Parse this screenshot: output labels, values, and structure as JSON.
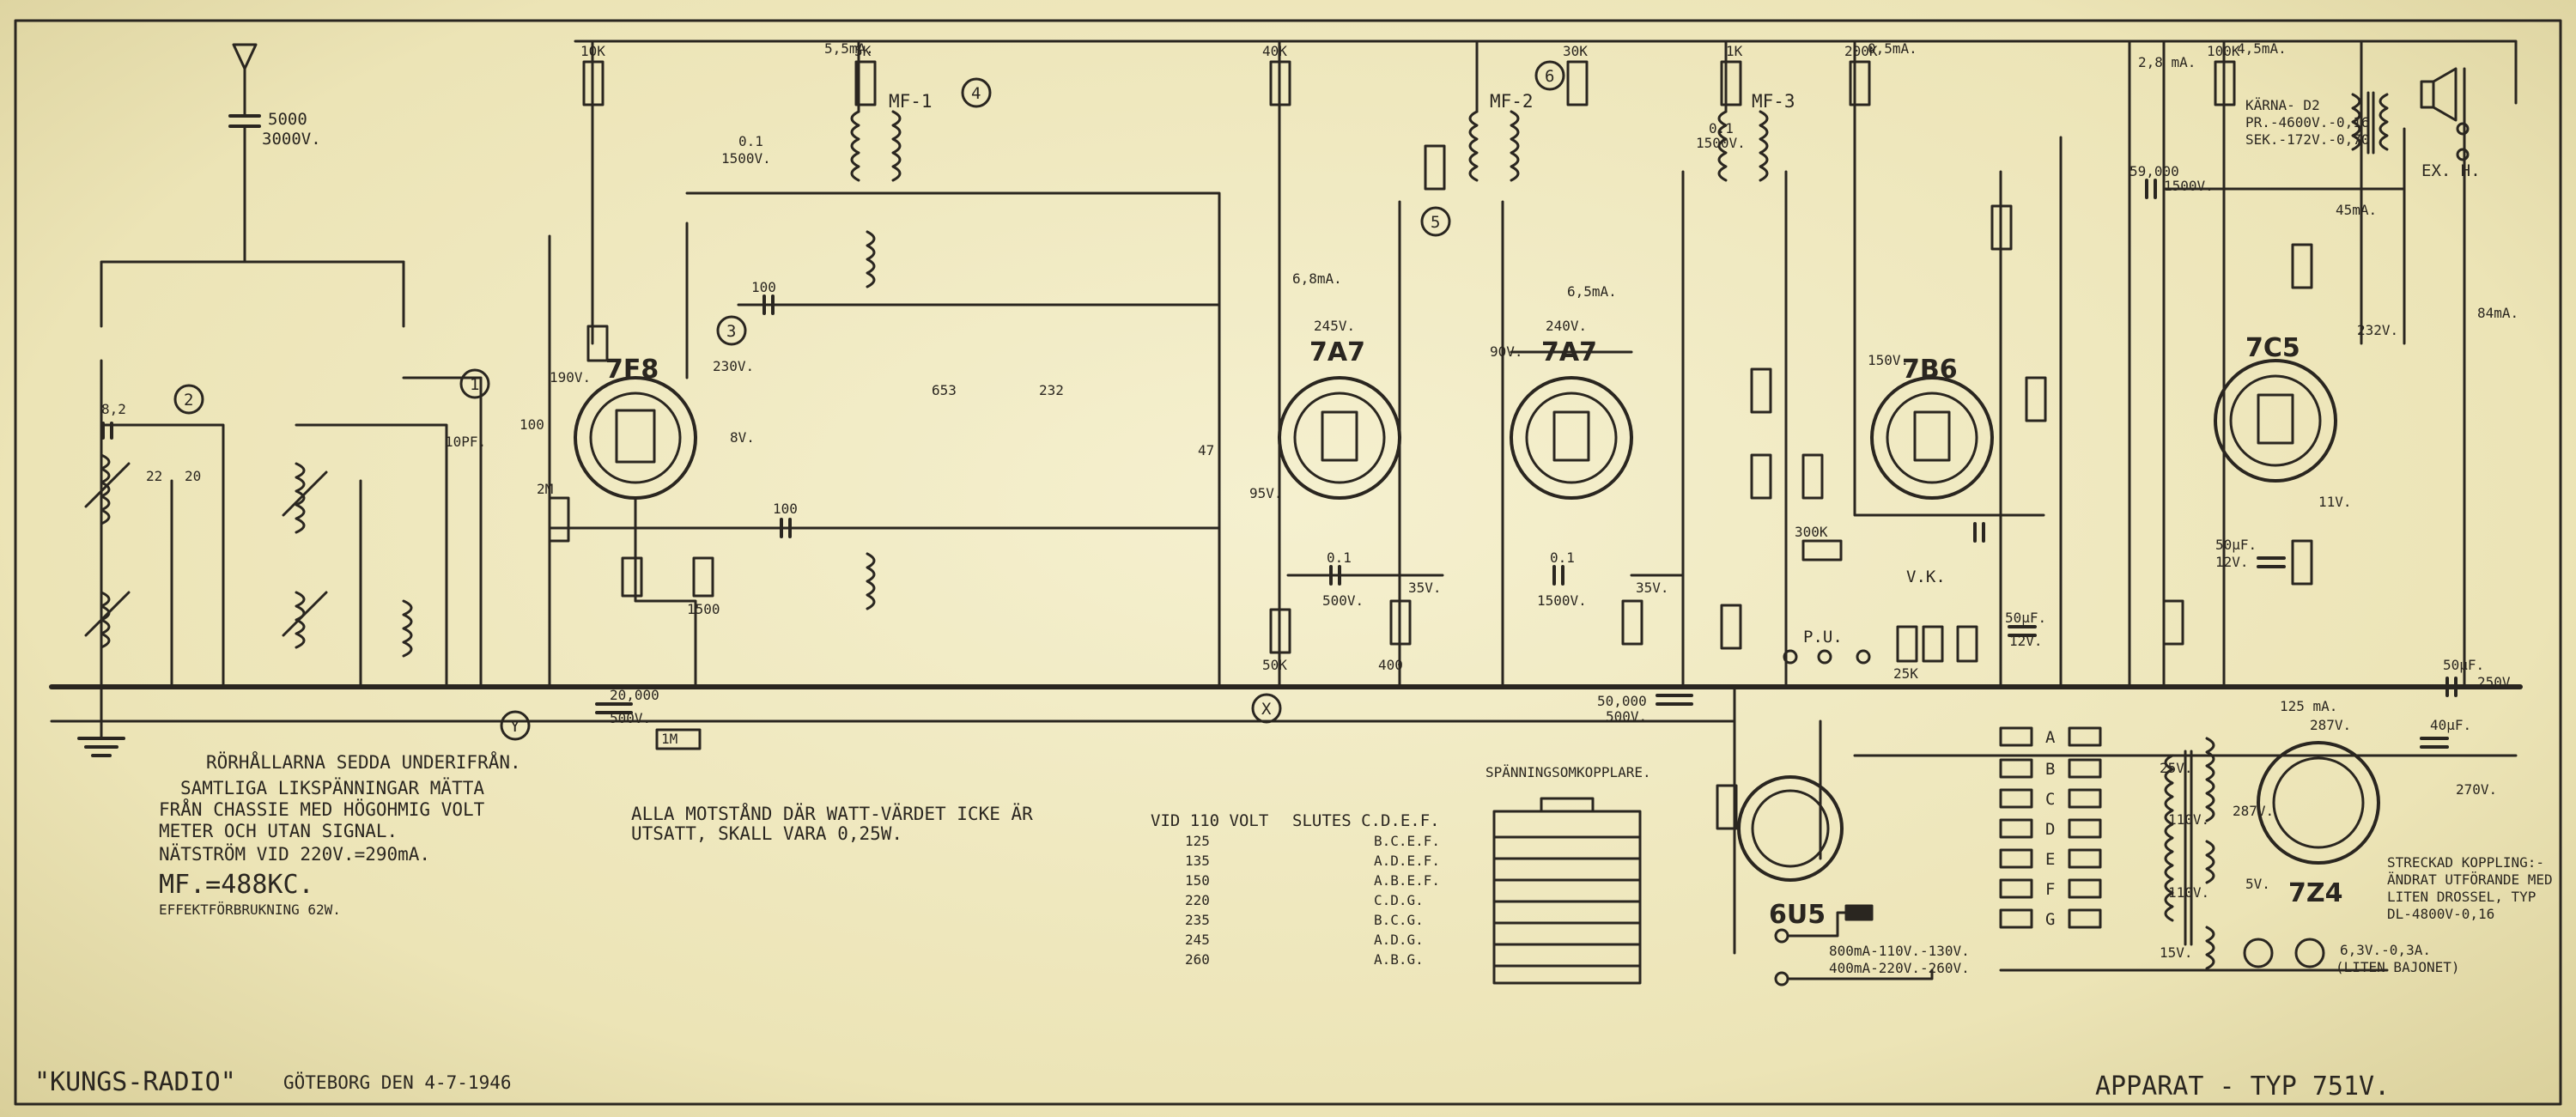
{
  "title": "APPARAT - TYP 751V.",
  "maker": "\"KUNGS-RADIO\"",
  "place_date": "GÖTEBORG DEN 4-7-1946",
  "notes": [
    "RÖRHÅLLARNA SEDDA UNDERIFRÅN.",
    "SAMTLIGA LIKSPÄNNINGAR MÄTTA",
    "FRÅN CHASSIE MED HÖGOHMIG VOLT",
    "METER OCH UTAN SIGNAL.",
    "NÄTSTRÖM VID 220V.=290mA.",
    "MF.=488KC.",
    "EFFEKTFÖRBRUKNING 62W."
  ],
  "resistor_note": [
    "ALLA MOTSTÅND DÄR WATT-VÄRDET ICKE ÄR",
    "UTSATT, SKALL VARA 0,25W."
  ],
  "voltage_table": {
    "header_left": "VID 110 VOLT",
    "header_right": "SLUTES C.D.E.F.",
    "rows": [
      {
        "v": "125",
        "c": "B.C.E.F."
      },
      {
        "v": "135",
        "c": "A.D.E.F."
      },
      {
        "v": "150",
        "c": "A.B.E.F."
      },
      {
        "v": "220",
        "c": "C.D.G."
      },
      {
        "v": "235",
        "c": "B.C.G."
      },
      {
        "v": "245",
        "c": "A.D.G."
      },
      {
        "v": "260",
        "c": "A.B.G."
      }
    ]
  },
  "selector": {
    "title": "SPÄNNINGSOMKOPPLARE.",
    "letters": [
      "A",
      "B",
      "C",
      "D",
      "E",
      "F",
      "G"
    ]
  },
  "tubes": [
    {
      "name": "7F8"
    },
    {
      "name": "7A7"
    },
    {
      "name": "7A7"
    },
    {
      "name": "7B6"
    },
    {
      "name": "7C5"
    },
    {
      "name": "6U5"
    },
    {
      "name": "7Z4"
    }
  ],
  "rectifier_note": [
    "STRECKAD KOPPLING:-",
    "ÄNDRAT UTFÖRANDE MED",
    "LITEN DROSSEL, TYP",
    "DL-4800V-0,16"
  ],
  "fuse_note": [
    "800mA-110V.-130V.",
    "400mA-220V.-260V."
  ],
  "pilot_note": [
    "6,3V.-0,3A.",
    "(LITEN BAJONET)"
  ],
  "speaker": {
    "label": "EX. H.",
    "lines": [
      "KÄRNA- D2",
      "PR.-4600V.-0,16",
      "SEK.-172V.-0,70"
    ]
  },
  "if_labels": [
    "MF-1",
    "MF-2",
    "MF-3"
  ],
  "circle_labels": [
    "1",
    "2",
    "3",
    "4",
    "5",
    "6",
    "X",
    "Y"
  ],
  "pu_label": "P.U.",
  "vk_label": "V.K.",
  "values": {
    "antenna_cap": [
      "5000",
      "3000V."
    ],
    "c_82": "8,2",
    "c_10pf": "10PF.",
    "c_100a": "100",
    "c_100b": "100",
    "c_100c": "100",
    "c_01a": [
      "0.1",
      "1500V."
    ],
    "c_01b": [
      "0.1",
      "1500V."
    ],
    "c_01c": [
      "0.1",
      "500V."
    ],
    "c_01d": [
      "0.1",
      "1500V."
    ],
    "c_653": "653",
    "c_232": "232",
    "c_47": "47",
    "c_22": "22",
    "c_20": "20",
    "c_50000": [
      "50,000",
      "500V."
    ],
    "c_20000": [
      "20,000",
      "500V."
    ],
    "c_59000": [
      "59,000",
      "1500V."
    ],
    "c_50uf_a": [
      "50µF.",
      "12V."
    ],
    "c_50uf_b": [
      "50µF.",
      "12V."
    ],
    "c_50uf_c": "50µF.",
    "c_40uf": "40µF.",
    "v_190": "190V.",
    "v_230": "230V.",
    "v_8": "8V.",
    "v_245": "245V.",
    "v_95": "95V.",
    "v_35a": "35V.",
    "v_240": "240V.",
    "v_90": "90V.",
    "v_35b": "35V.",
    "v_150": "150V.",
    "v_232": "232V.",
    "v_11": "11V.",
    "v_250": "250V.",
    "v_287a": "287V.",
    "v_287b": "287V.",
    "v_270": "270V.",
    "v_25": "25V.",
    "v_5": "5V.",
    "v_15": "15V.",
    "v_110a": "110V.",
    "v_110b": "110V.",
    "i_55": "5,5mA.",
    "i_05": "0,5mA.",
    "i_28": "2,8 mA.",
    "i_45": "4,5mA.",
    "i_125": "125 mA.",
    "i_84": "84mA.",
    "i_68": "6,8mA.",
    "i_65": "6,5mA.",
    "i_45b": "45mA.",
    "r_10k": "10K",
    "r_5k": "5K",
    "r_40k": "40K",
    "r_30k": "30K",
    "r_1k": "1K",
    "r_200k": "200K",
    "r_100k": "100K",
    "r_2m": "2M",
    "r_1m": "1M",
    "r_50k": "50K",
    "r_400": "400",
    "r_1500": "1500",
    "r_300k": "300K",
    "r_25k": "25K"
  }
}
